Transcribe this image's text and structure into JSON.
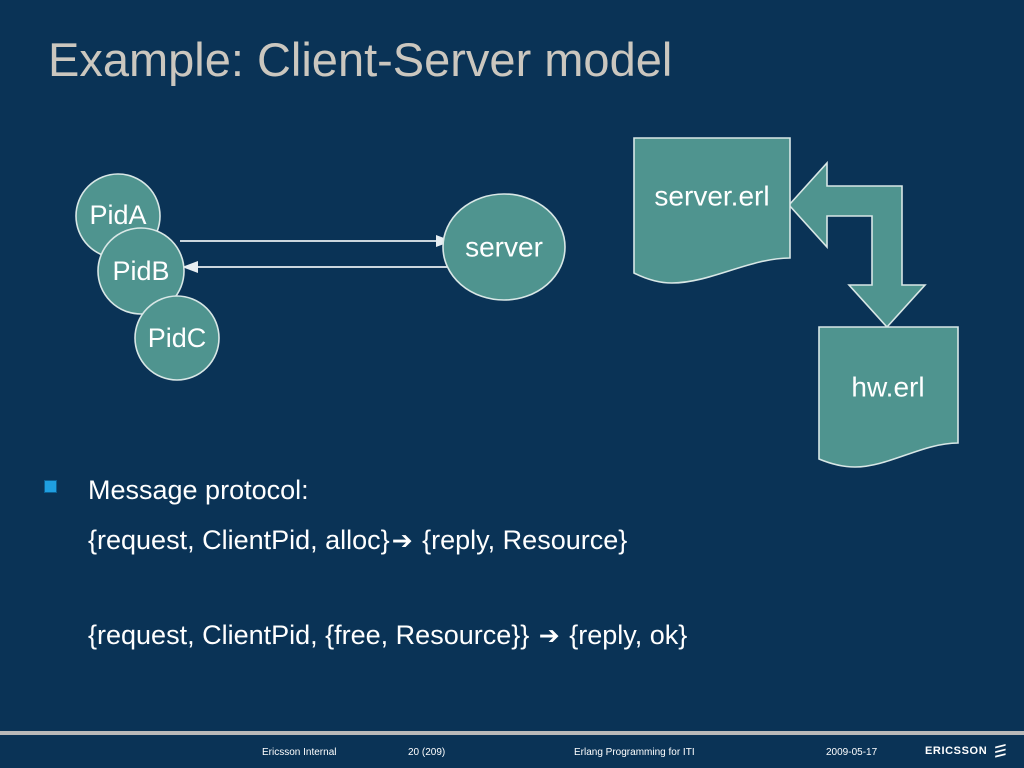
{
  "slide": {
    "title": "Example: Client-Server model",
    "background_color": "#0a3356",
    "title_color": "#cbc7bf",
    "shape_fill": "#4f948f",
    "shape_stroke": "#d8e7e6",
    "bullet_color": "#1f9fe0"
  },
  "diagram": {
    "processes": [
      {
        "label": "PidA"
      },
      {
        "label": "PidB"
      },
      {
        "label": "PidC"
      }
    ],
    "server_node": {
      "label": "server"
    },
    "modules": [
      {
        "label": "server.erl"
      },
      {
        "label": "hw.erl"
      }
    ],
    "connectors": [
      {
        "name": "request-arrow",
        "direction": "right"
      },
      {
        "name": "reply-arrow",
        "direction": "left"
      },
      {
        "name": "module-elbow-arrow",
        "direction": "left-and-down"
      }
    ]
  },
  "body": {
    "bullet_heading": "Message protocol:",
    "lines": [
      {
        "left": "{request, ClientPid, alloc}",
        "arrow": "➔",
        "right": " {reply, Resource}"
      },
      {
        "left": "{request, ClientPid, {free, Resource}} ",
        "arrow": "➔",
        "right": " {reply, ok}"
      }
    ]
  },
  "footer": {
    "confidentiality": "Ericsson Internal",
    "page": "20 (209)",
    "topic": "Erlang Programming for ITI",
    "date": "2009-05-17",
    "logo_text": "ERICSSON"
  }
}
